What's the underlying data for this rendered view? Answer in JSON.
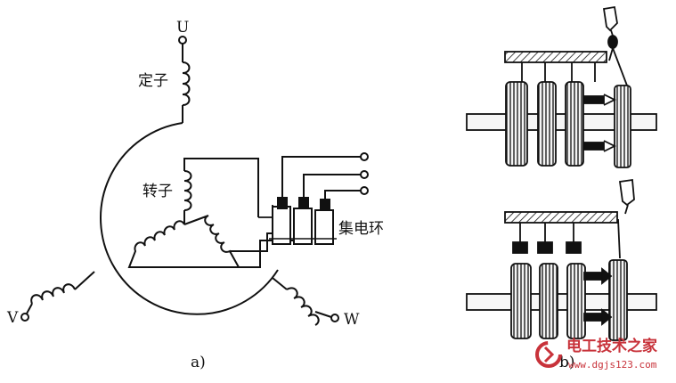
{
  "diagram_a": {
    "terminal_u": "U",
    "terminal_v": "V",
    "terminal_w": "W",
    "stator_label": "定子",
    "rotor_label": "转子",
    "slip_ring_label": "集电环",
    "caption": "a)"
  },
  "diagram_b": {
    "caption": "b)"
  },
  "watermark": {
    "title": "电工技术之家",
    "url": "www.dgjs123.com",
    "color": "#c8323a"
  }
}
